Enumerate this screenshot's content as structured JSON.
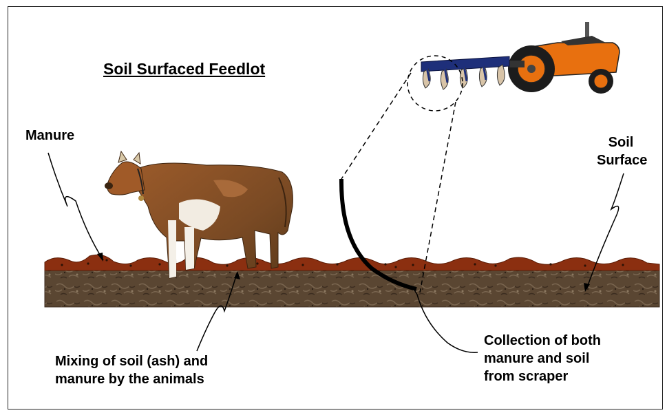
{
  "title": "Soil Surfaced Feedlot",
  "labels": {
    "manure": "Manure",
    "soil_surface_line1": "Soil",
    "soil_surface_line2": "Surface",
    "mixing_line1": "Mixing of soil (ash) and",
    "mixing_line2": "manure by the animals",
    "collection_line1": "Collection of both",
    "collection_line2": "manure and soil",
    "collection_line3": "from scraper"
  },
  "colors": {
    "manure": "#8b2f10",
    "soil": "#5e4a36",
    "tractor": "#e8700f",
    "plow": "#1e2f7a",
    "scraper": "#000000"
  },
  "icons": [
    "cow-illustration",
    "tractor-illustration",
    "plow-illustration",
    "scraper-blade"
  ]
}
